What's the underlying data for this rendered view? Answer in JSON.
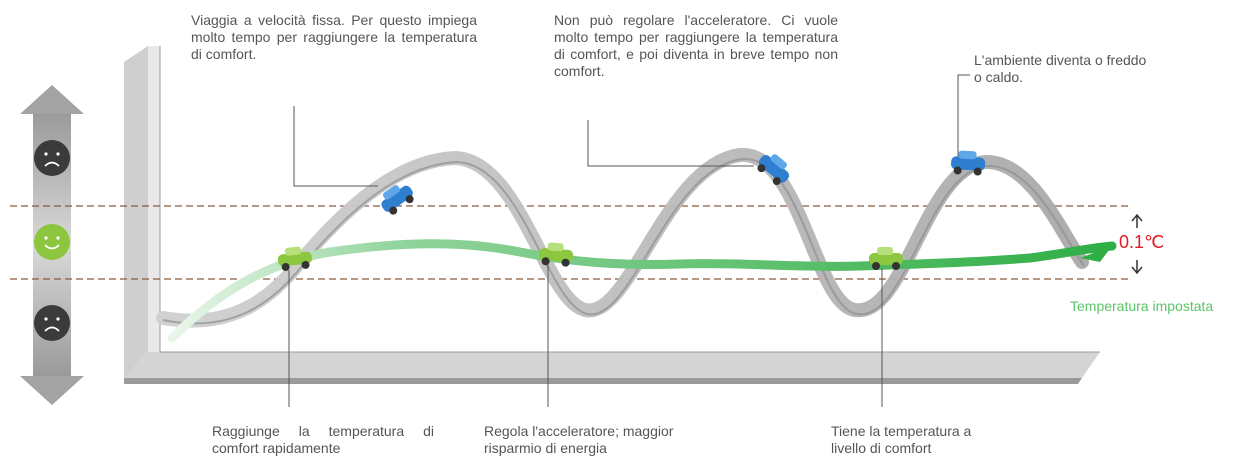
{
  "annotations": {
    "fixed_speed": "Viaggia a velocità fissa. Per questo impiega molto tempo per raggiungere la temperatura di comfort.",
    "no_throttle": "Non può regolare l'acceleratore. Ci vuole molto tempo per raggiungere la temperatura di comfort, e poi diventa in breve tempo non comfort.",
    "environment": "L'ambiente diventa o freddo o caldo.",
    "reach_fast": "Raggiunge la temperatura di comfort rapidamente",
    "adjust_throttle": "Regola l'acceleratore; maggior risparmio di energia",
    "keep_comfort": "Tiene la temperatura a livello di comfort"
  },
  "tolerance_label": "0.1℃",
  "setpoint_label": "Temperatura impostata",
  "comfort_scale": [
    "uncomfortable",
    "comfortable",
    "uncomfortable"
  ],
  "colors": {
    "green_line": "#4cba5a",
    "grey_ribbon": "#b9b9b9",
    "tolerance_red": "#e21c24",
    "band_dashes": "#8a5a3c",
    "blue_car": "#2f7fd0",
    "green_car": "#8dc63f"
  }
}
